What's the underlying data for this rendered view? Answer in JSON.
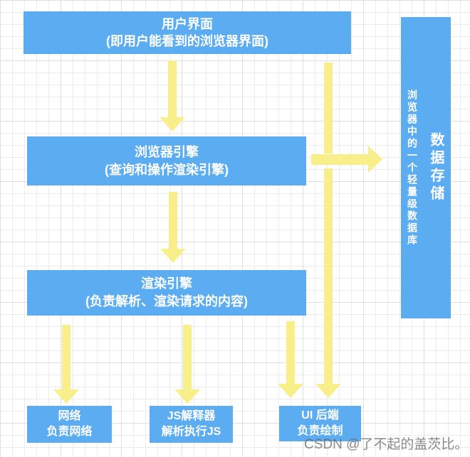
{
  "diagram": {
    "title_hint": "browser architecture flowchart",
    "colors": {
      "node_blue": "#5bacf0",
      "arrow_yellow": "#f9ef8a",
      "node_text": "#ffffff",
      "watermark_gray": "#6b6b6b",
      "grid_line": "#ececec"
    },
    "nodes": {
      "user_interface": {
        "label": "用户界面",
        "sublabel": "(即用户能看到的浏览器界面)"
      },
      "browser_engine": {
        "label": "浏览器引擎",
        "sublabel": "(查询和操作渲染引擎)"
      },
      "render_engine": {
        "label": "渲染引擎",
        "sublabel": "(负责解析、渲染请求的内容)"
      },
      "network": {
        "label": "网络",
        "sublabel": "负责网络"
      },
      "js_interpreter": {
        "label": "JS解释器",
        "sublabel": "解析执行JS"
      },
      "ui_backend": {
        "label": "UI 后端",
        "sublabel": "负责绘制"
      },
      "data_storage": {
        "label": "数据存储",
        "description": "浏览器中的一个轻量级数据库"
      }
    },
    "arrows": [
      {
        "from": "user_interface",
        "to": "browser_engine"
      },
      {
        "from": "browser_engine",
        "to": "render_engine"
      },
      {
        "from": "browser_engine",
        "to": "data_storage"
      },
      {
        "from": "render_engine",
        "to": "network"
      },
      {
        "from": "render_engine",
        "to": "js_interpreter"
      },
      {
        "from": "render_engine",
        "to": "ui_backend"
      },
      {
        "from": "user_interface",
        "to": "ui_backend"
      }
    ]
  },
  "watermark": {
    "text": "CSDN @了不起的盖茨比。"
  }
}
